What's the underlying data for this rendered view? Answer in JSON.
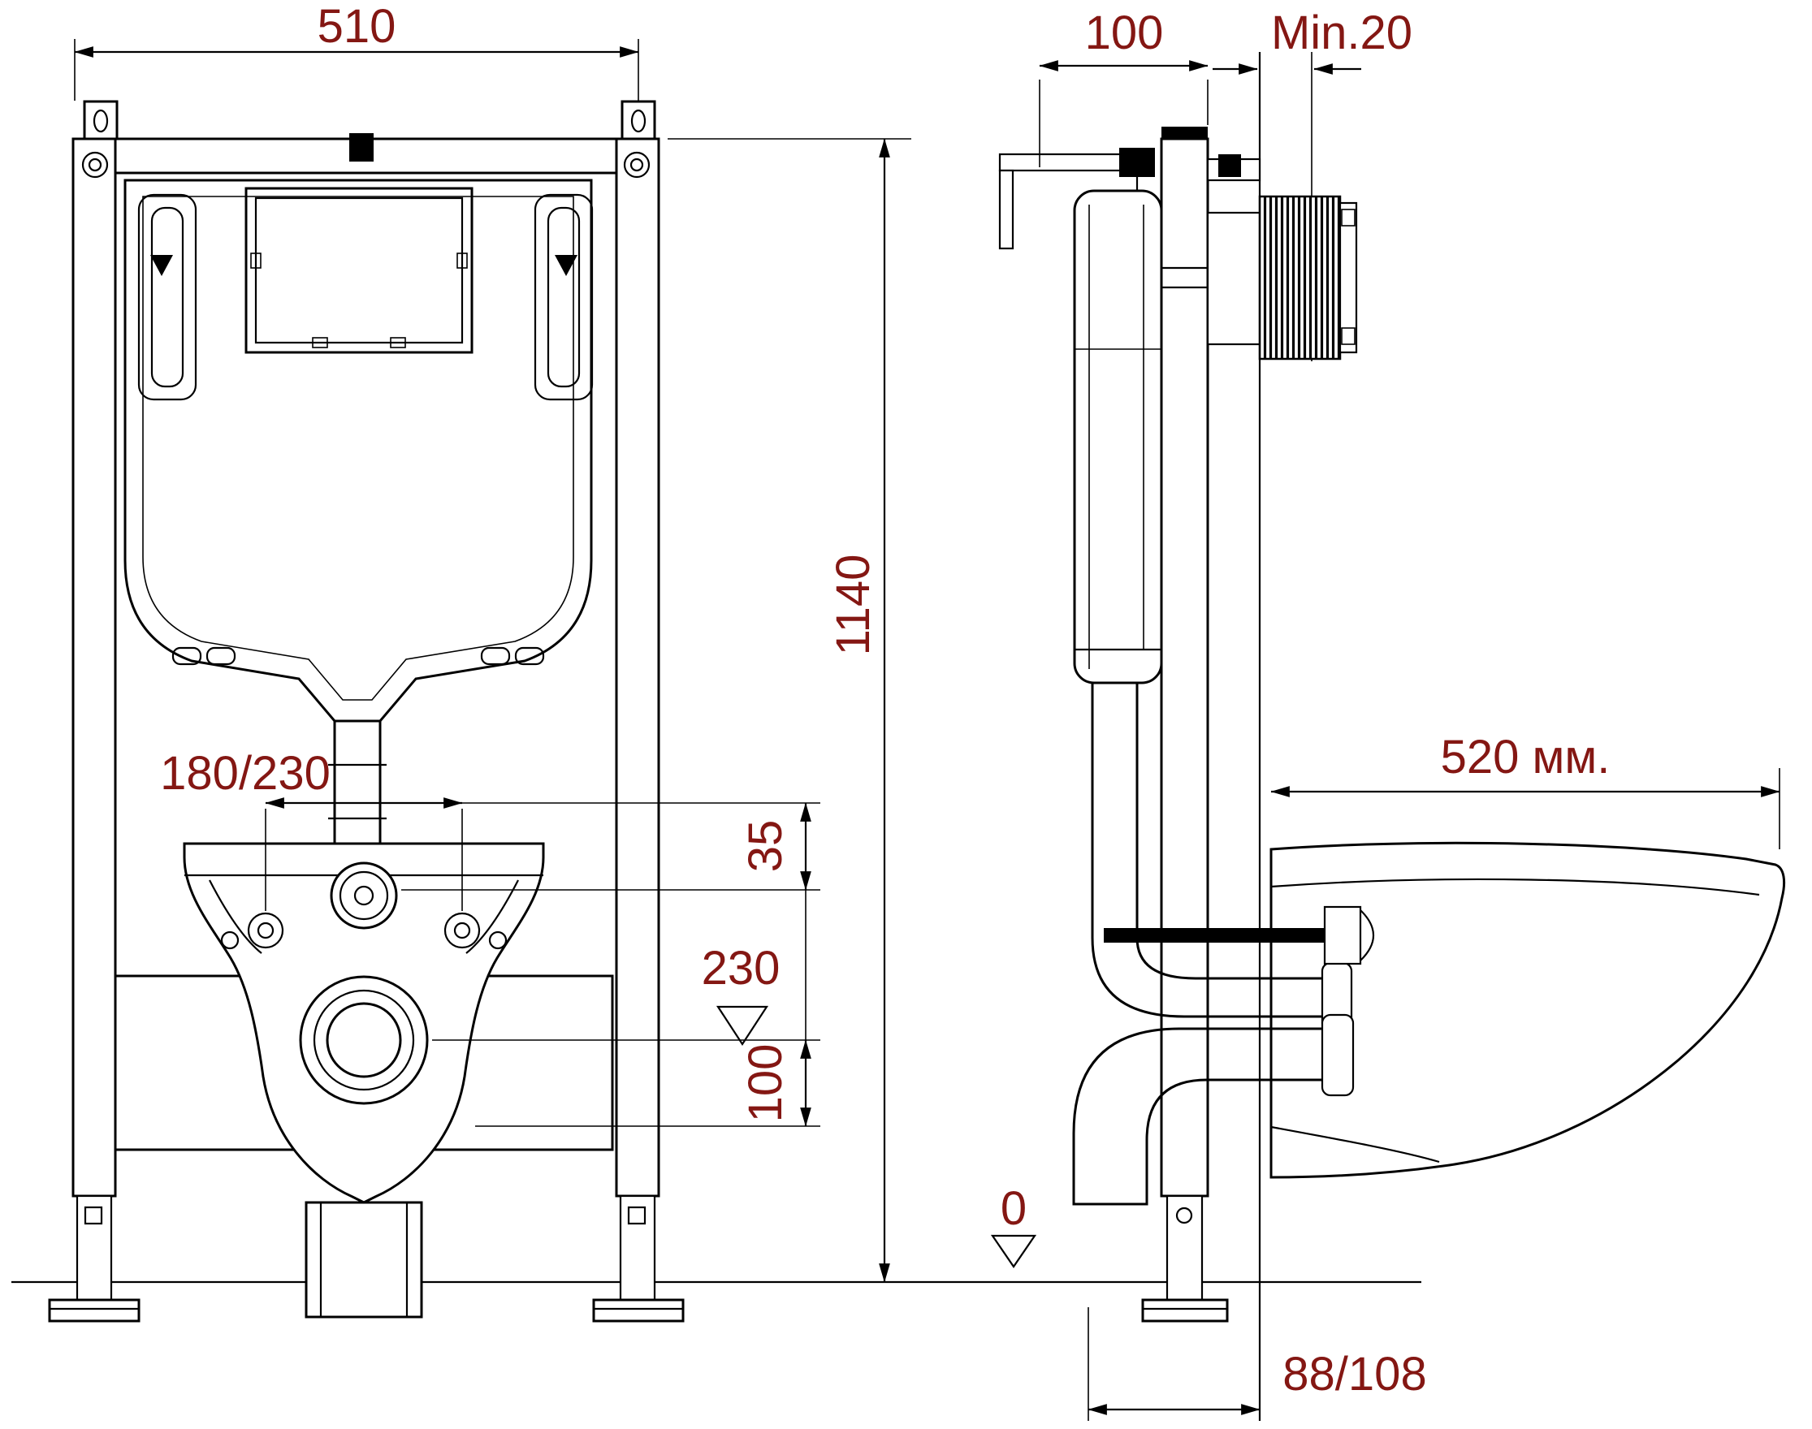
{
  "meta": {
    "title": "Wall-hung WC installation frame — dimensional drawing",
    "colors": {
      "line": "#000000",
      "dimension_text": "#841713",
      "background": "#ffffff"
    }
  },
  "front_view": {
    "dims": {
      "width_top": "510",
      "height": "1140",
      "bolt_spacing": "180/230",
      "inlet_offset": "35",
      "level_mark": "230",
      "drain_offset": "100"
    }
  },
  "side_view": {
    "dims": {
      "frame_depth": "100",
      "wall_clearance": "Min.20",
      "bowl_depth": "520 мм.",
      "floor_level": "0",
      "outlet_range": "88/108"
    }
  }
}
